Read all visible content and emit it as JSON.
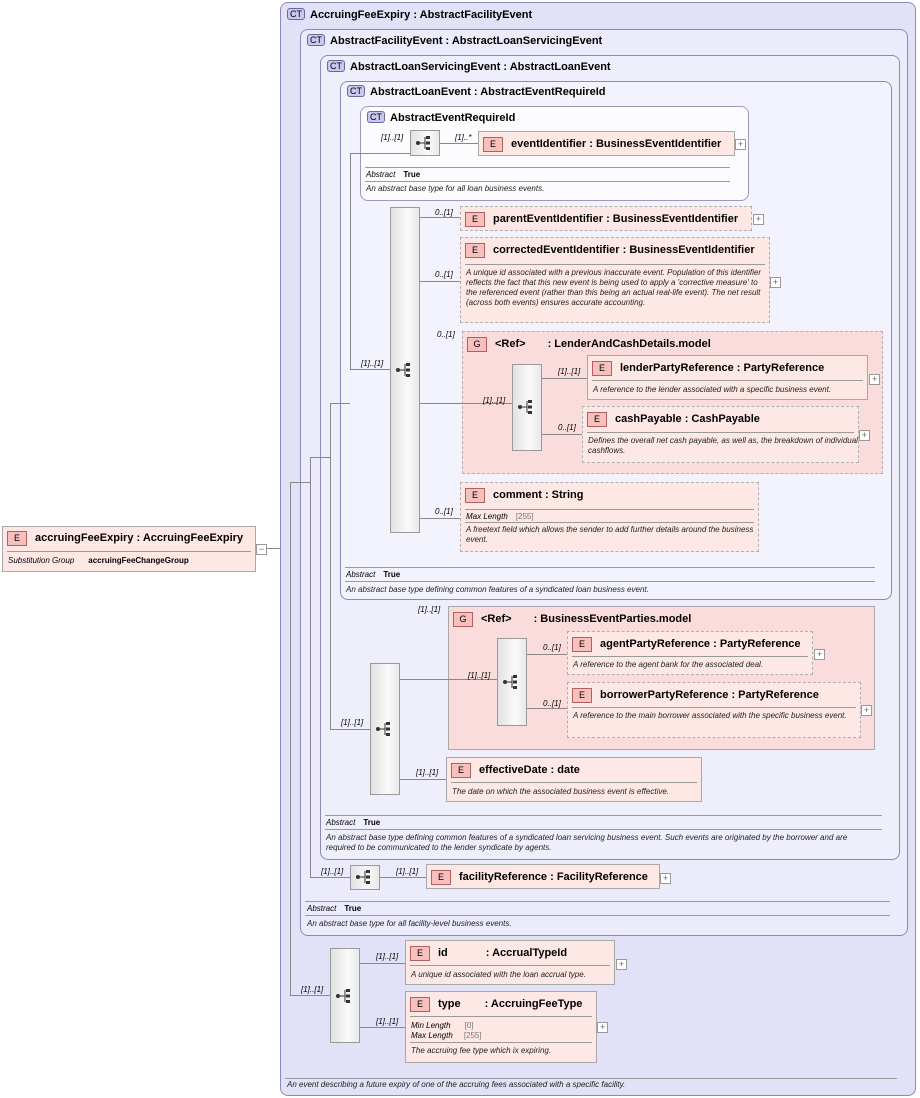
{
  "root": {
    "name": "accruingFeeExpiry",
    "type": "AccruingFeeExpiry",
    "subst_key": "Substitution Group",
    "subst_val": "accruingFeeChangeGroup"
  },
  "ct": {
    "afe": {
      "badge": "CT",
      "title": "AccruingFeeExpiry : AbstractFacilityEvent",
      "doc": "An event describing a future expiry of one of the accruing fees associated with a specific facility."
    },
    "afev": {
      "badge": "CT",
      "title": "AbstractFacilityEvent : AbstractLoanServicingEvent",
      "abstract_key": "Abstract",
      "abstract_val": "True",
      "doc": "An abstract base type for all facility-level business events."
    },
    "alse": {
      "badge": "CT",
      "title": "AbstractLoanServicingEvent : AbstractLoanEvent",
      "abstract_key": "Abstract",
      "abstract_val": "True",
      "doc": "An abstract base type defining common features of a syndicated loan servicing business event. Such events are originated by the borrower and are required to be communicated to the lender syndicate by agents."
    },
    "ale": {
      "badge": "CT",
      "title": "AbstractLoanEvent : AbstractEventRequireId",
      "abstract_key": "Abstract",
      "abstract_val": "True",
      "doc": "An abstract base type defining common features of a syndicated loan business event."
    },
    "aer": {
      "badge": "CT",
      "title": "AbstractEventRequireId",
      "abstract_key": "Abstract",
      "abstract_val": "True",
      "doc": "An abstract base type for all loan business events."
    }
  },
  "elements": {
    "eventIdentifier": {
      "badge": "E",
      "title": "eventIdentifier : BusinessEventIdentifier",
      "card": "[1]..*"
    },
    "parentEventIdentifier": {
      "badge": "E",
      "title": "parentEventIdentifier : BusinessEventIdentifier",
      "card": "0..[1]"
    },
    "correctedEventIdentifier": {
      "badge": "E",
      "title": "correctedEventIdentifier : BusinessEventIdentifier",
      "card": "0..[1]",
      "doc": "A unique id associated with a previous inaccurate event. Population of this identifier reflects the fact that this new event is being used to apply a 'corrective measure' to the referenced event (rather than this being an actual real-life event). The net result (across both events) ensures accurate accounting."
    },
    "lenderPartyReference": {
      "badge": "E",
      "title": "lenderPartyReference : PartyReference",
      "card": "[1]..[1]",
      "doc": "A reference to the lender associated with a specific business event."
    },
    "cashPayable": {
      "badge": "E",
      "title": "cashPayable : CashPayable",
      "card": "0..[1]",
      "doc": "Defines the overall net cash payable, as well as, the breakdown of individual cashflows."
    },
    "comment": {
      "badge": "E",
      "title": "comment : String",
      "card": "0..[1]",
      "facet_key": "Max Length",
      "facet_val": "[255]",
      "doc": "A freetext field which allows the sender to add further details around the business event."
    },
    "agentPartyReference": {
      "badge": "E",
      "title": "agentPartyReference : PartyReference",
      "card": "0..[1]",
      "doc": "A reference to the agent bank for the associated deal."
    },
    "borrowerPartyReference": {
      "badge": "E",
      "title": "borrowerPartyReference : PartyReference",
      "card": "0..[1]",
      "doc": "A reference to the main borrower associated with the specific business event."
    },
    "effectiveDate": {
      "badge": "E",
      "title": "effectiveDate : date",
      "card": "[1]..[1]",
      "doc": "The date on which the associated business event is effective."
    },
    "facilityReference": {
      "badge": "E",
      "title": "facilityReference : FacilityReference",
      "card": "[1]..[1]"
    },
    "id": {
      "badge": "E",
      "name": "id",
      "type": ": AccrualTypeId",
      "card": "[1]..[1]",
      "doc": "A unique id associated with the loan accrual type."
    },
    "type": {
      "badge": "E",
      "name": "type",
      "type": ": AccruingFeeType",
      "card": "[1]..[1]",
      "min_key": "Min Length",
      "min_val": "[0]",
      "max_key": "Max Length",
      "max_val": "[255]",
      "doc": "The accruing fee type which ix expiring."
    }
  },
  "groups": {
    "lender": {
      "badge": "G",
      "ref": "<Ref>",
      "title": ": LenderAndCashDetails.model",
      "card": "0..[1]",
      "seq_card": "[1]..[1]"
    },
    "parties": {
      "badge": "G",
      "ref": "<Ref>",
      "title": ": BusinessEventParties.model",
      "card": "[1]..[1]",
      "seq_card": "[1]..[1]"
    }
  },
  "seq_cards": {
    "aer_seq": "[1]..[1]",
    "ale_seq": "[1]..[1]",
    "alse_seq": "[1]..[1]",
    "afev_seq": "[1]..[1]",
    "afe_seq": "[1]..[1]"
  }
}
